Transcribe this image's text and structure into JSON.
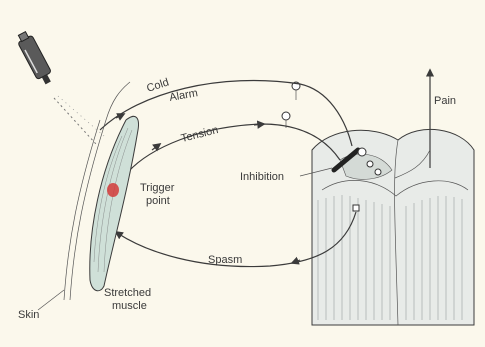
{
  "labels": {
    "cold": "Cold",
    "alarm": "Alarm",
    "tension": "Tension",
    "pain": "Pain",
    "inhibition": "Inhibition",
    "trigger_point": [
      "Trigger",
      "point"
    ],
    "spasm": "Spasm",
    "skin": "Skin",
    "stretched_muscle": [
      "Stretched",
      "muscle"
    ]
  },
  "colors": {
    "background": "#fbf8ec",
    "ink": "#3b3b3b",
    "muscle_fill": "#cfe0d8",
    "trigger_point": "#d23a3a",
    "spinal_cord": "#e8ebe8"
  },
  "icons": {
    "spray_can": "coolant-spray-can-icon",
    "neurons": "nerve-cell-icon"
  }
}
